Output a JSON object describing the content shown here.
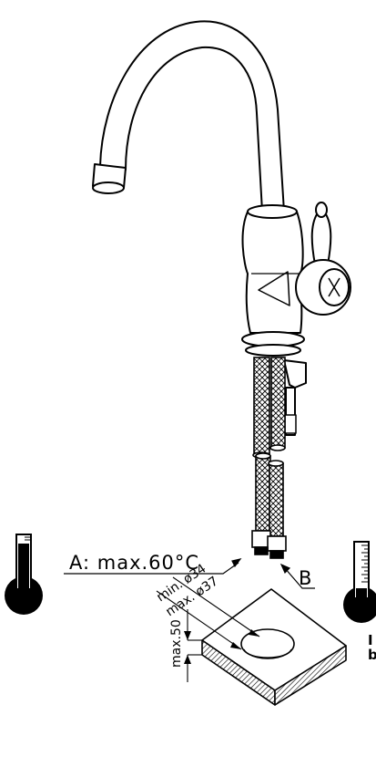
{
  "labels": {
    "hot_supply": "A:  max.60°C",
    "cold_supply": "B",
    "hole_min": "min. ø34",
    "hole_max": "max. ø37",
    "thickness_max": "max.50"
  },
  "edge_text": {
    "line1": "I",
    "line2": "b"
  }
}
